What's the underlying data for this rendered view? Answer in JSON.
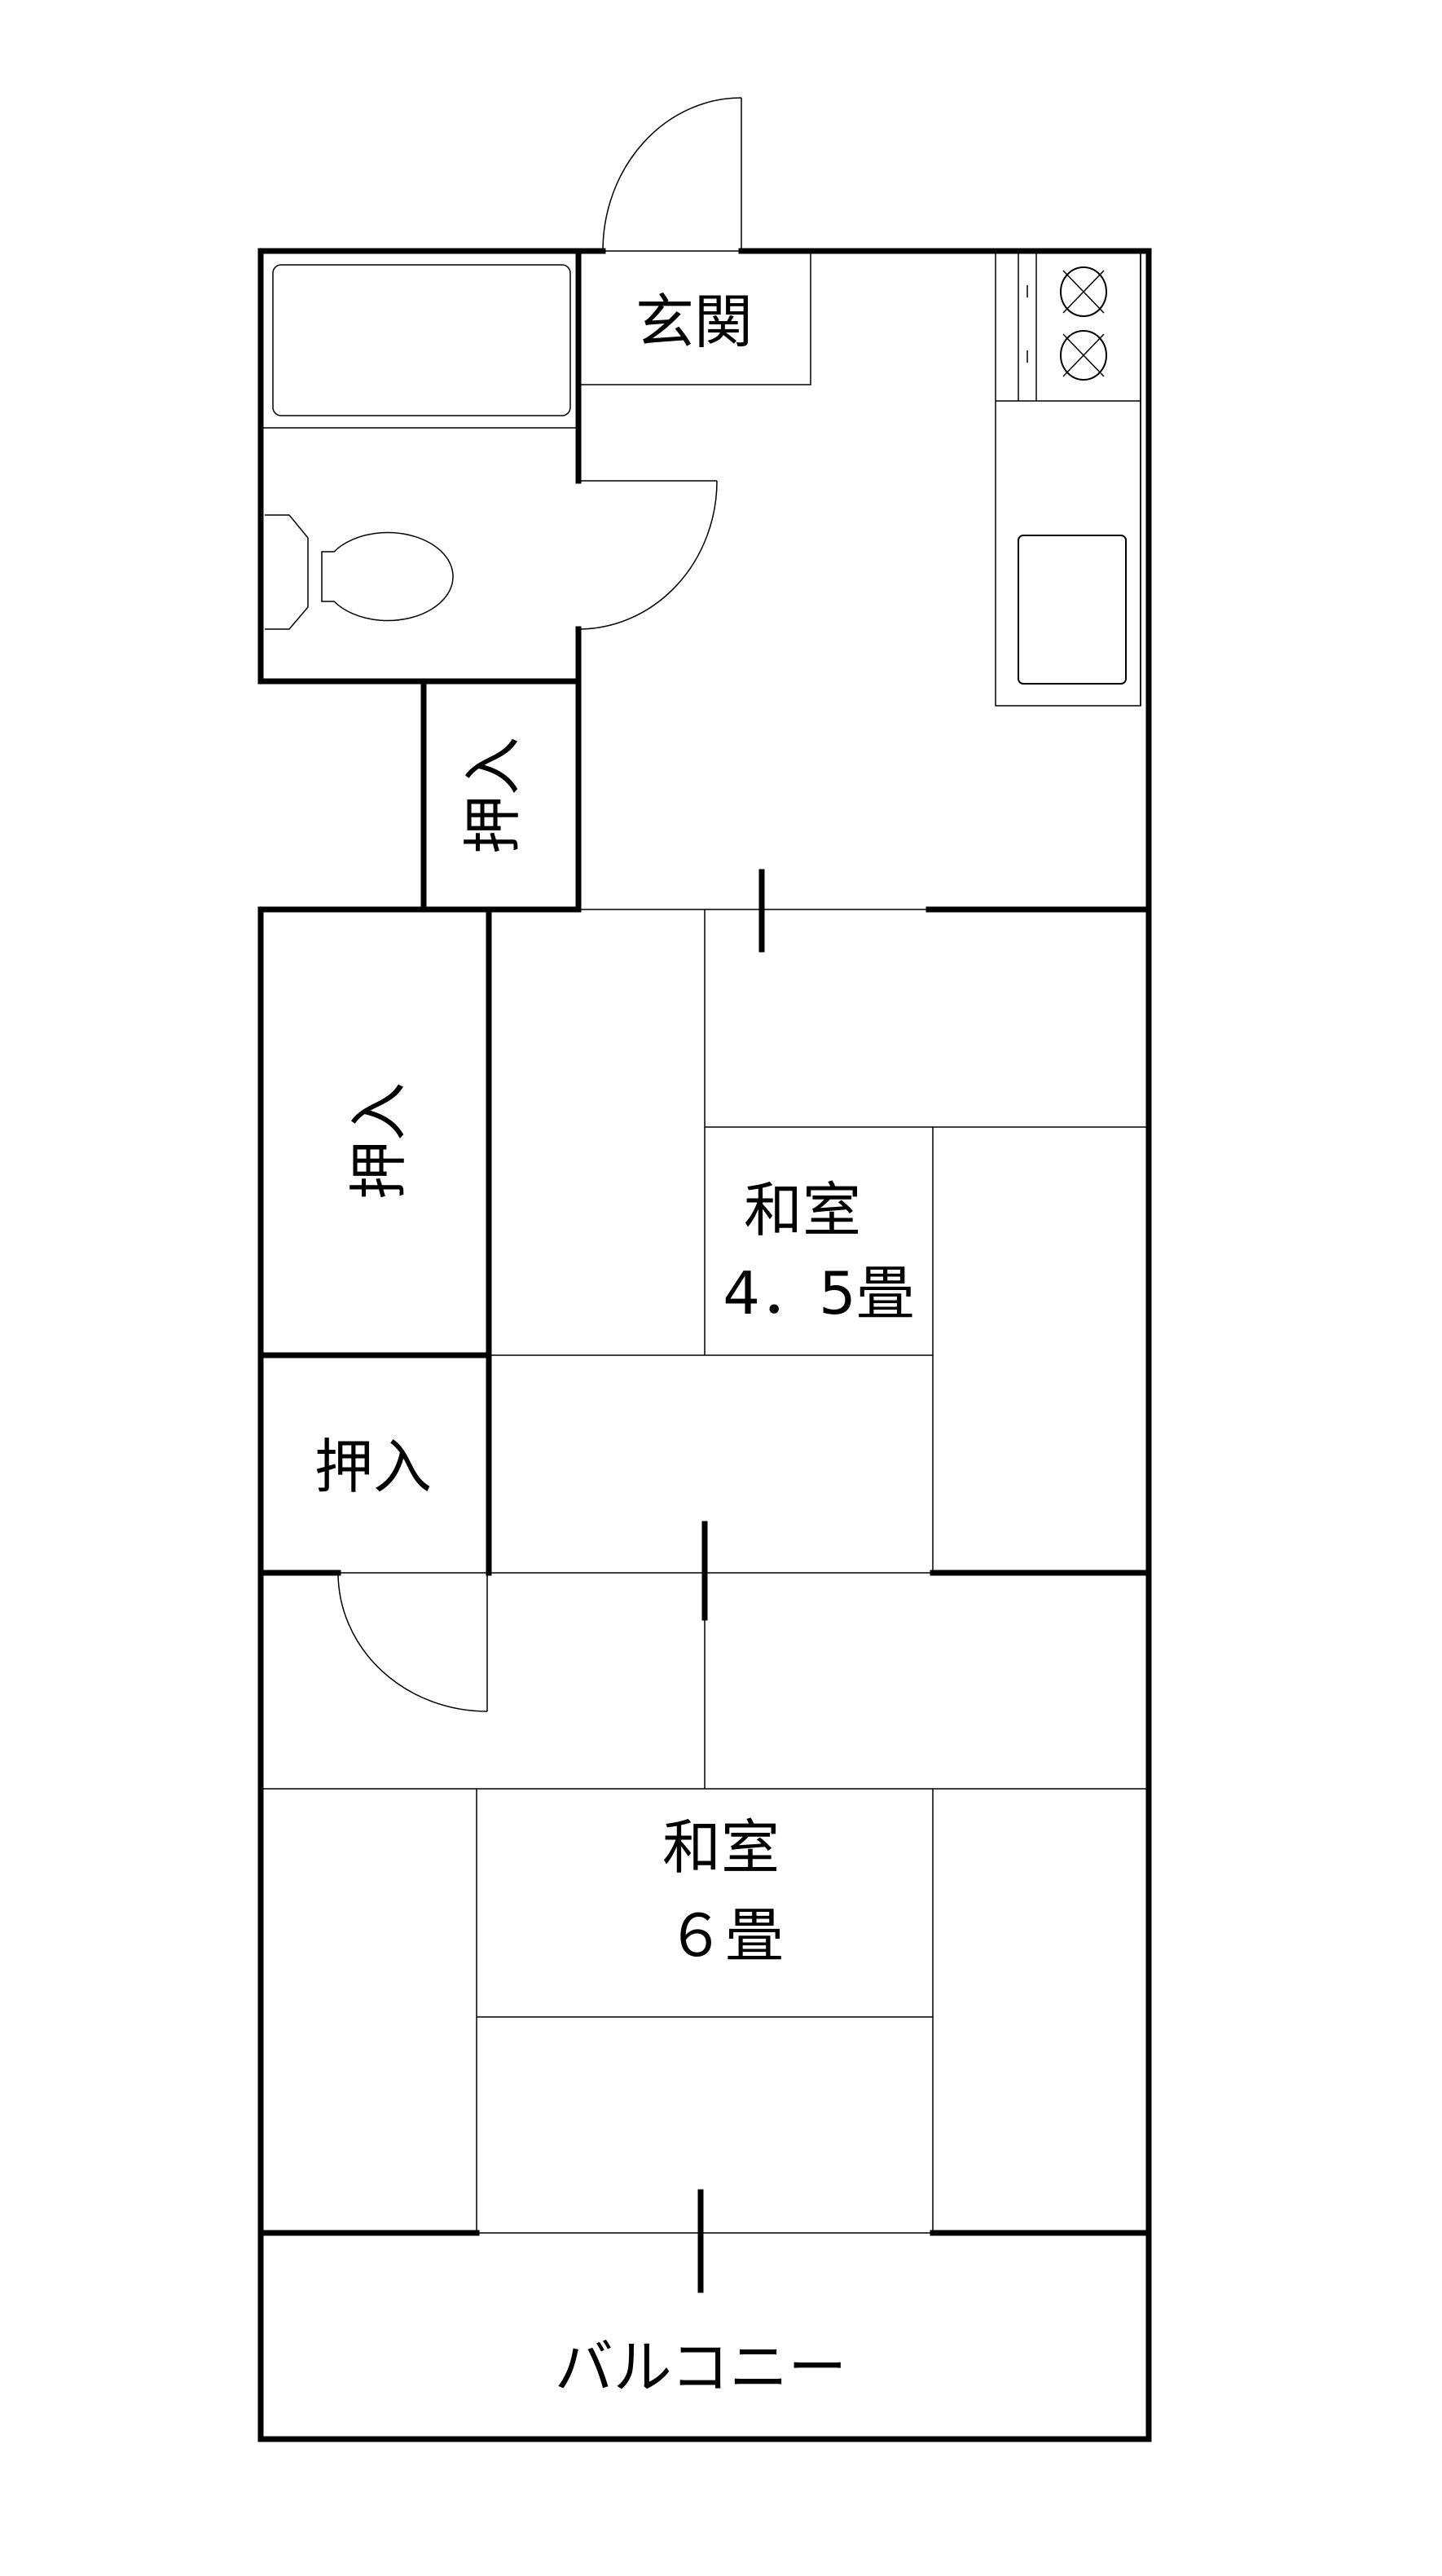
{
  "floorplan": {
    "entrance_label": "玄関",
    "closet_label_1": "押入",
    "closet_label_2": "押入",
    "closet_label_3": "押入",
    "room_1": {
      "name": "和室",
      "size": "4．5畳"
    },
    "room_2": {
      "name": "和室",
      "size": "６畳"
    },
    "balcony_label": "バルコニー"
  }
}
